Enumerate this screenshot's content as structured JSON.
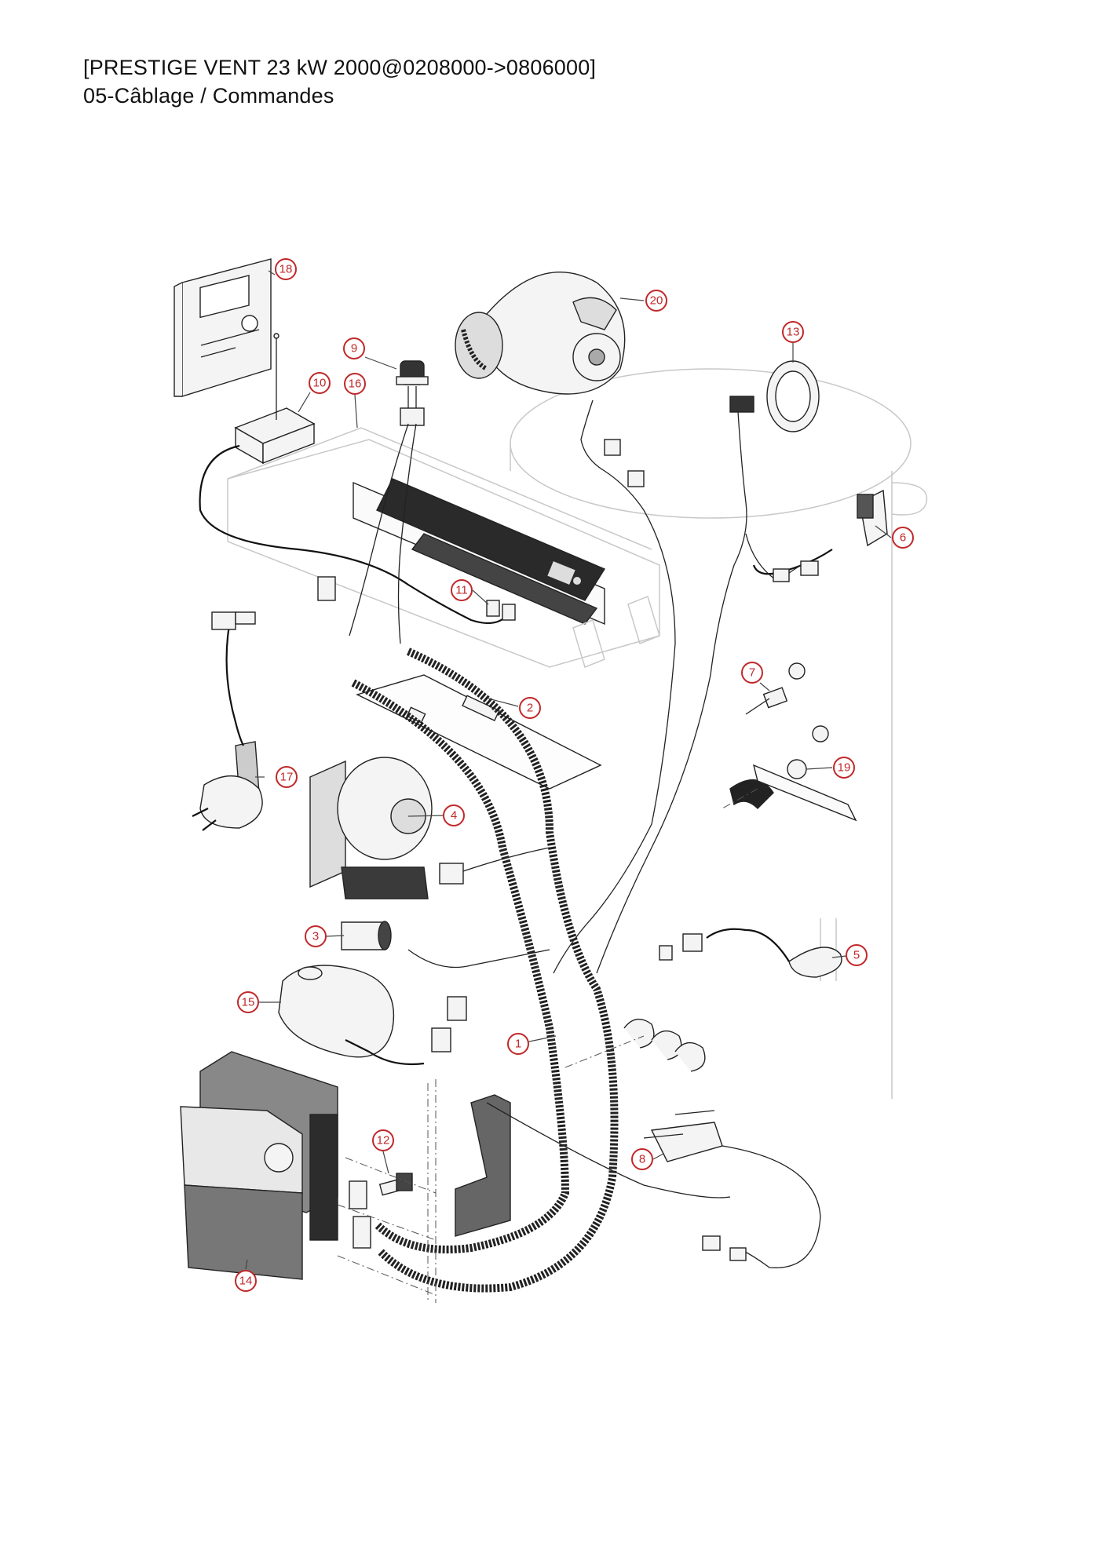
{
  "header": {
    "title": "[PRESTIGE VENT 23 kW 2000@0208000->0806000]",
    "subtitle": "05-Câblage / Commandes"
  },
  "callouts": [
    {
      "label": "1"
    },
    {
      "label": "2"
    },
    {
      "label": "3"
    },
    {
      "label": "4"
    },
    {
      "label": "5"
    },
    {
      "label": "6"
    },
    {
      "label": "7"
    },
    {
      "label": "8"
    },
    {
      "label": "9"
    },
    {
      "label": "10"
    },
    {
      "label": "11"
    },
    {
      "label": "12"
    },
    {
      "label": "13"
    },
    {
      "label": "14"
    },
    {
      "label": "15"
    },
    {
      "label": "16"
    },
    {
      "label": "17"
    },
    {
      "label": "18"
    },
    {
      "label": "19"
    },
    {
      "label": "20"
    }
  ],
  "colors": {
    "callout": "#c0282a",
    "line": "#111111",
    "ghost": "#c8c8c8"
  }
}
